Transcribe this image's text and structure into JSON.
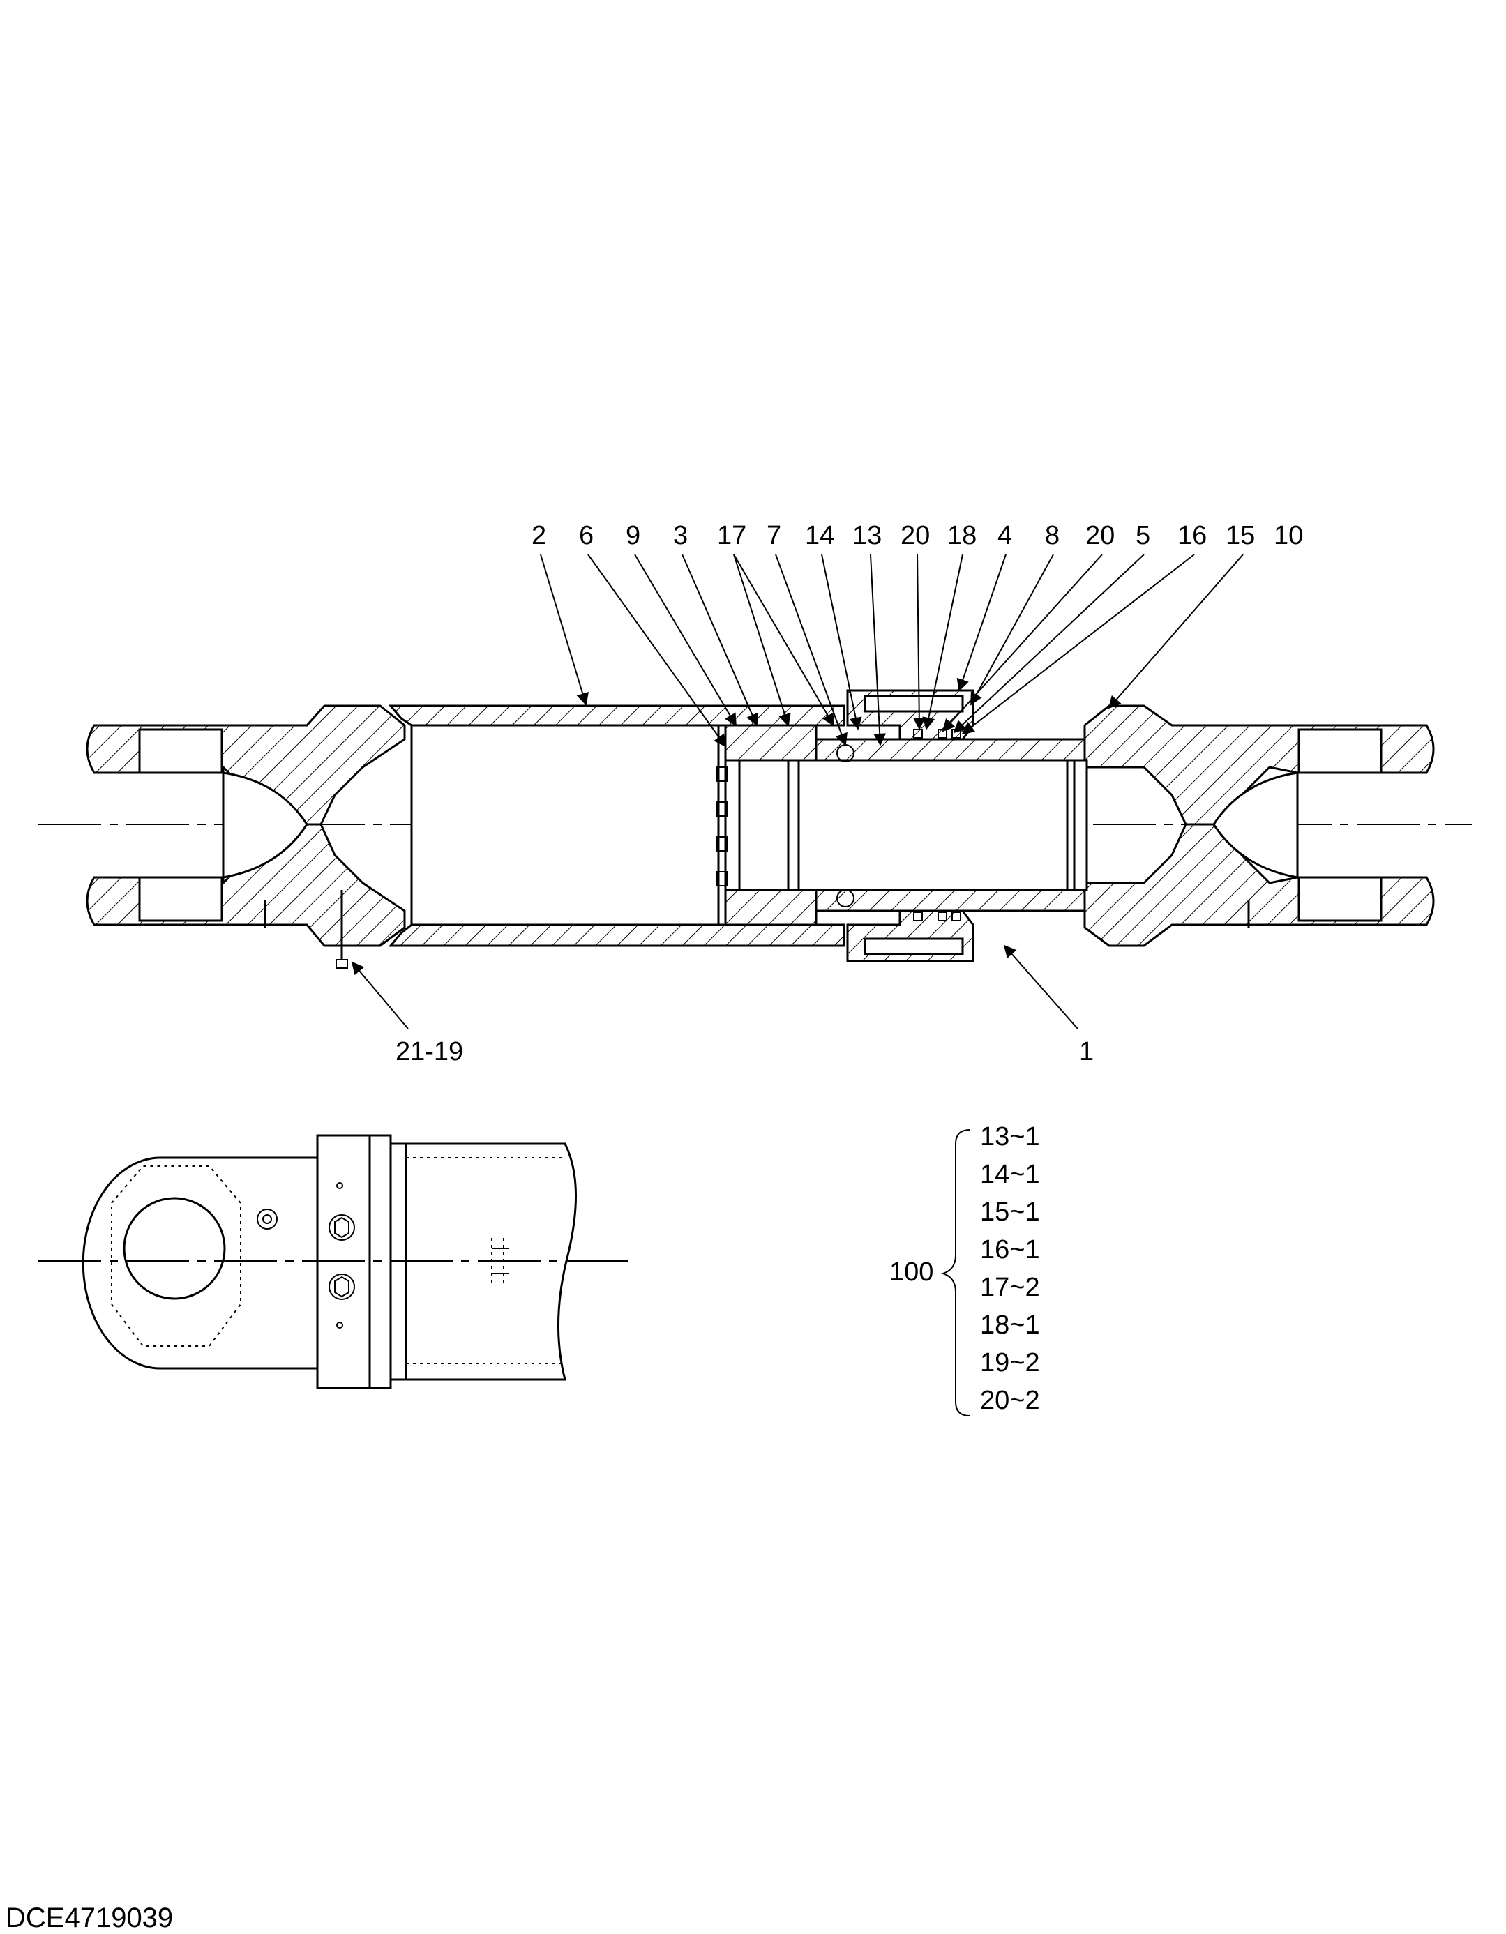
{
  "callouts_top": [
    "2",
    "6",
    "9",
    "3",
    "17",
    "7",
    "14",
    "13",
    "20",
    "18",
    "4",
    "8",
    "20",
    "5",
    "16",
    "15",
    "10"
  ],
  "callouts_bottom": [
    "21-19",
    "1"
  ],
  "kit": {
    "number": "100",
    "items": [
      "13~1",
      "14~1",
      "15~1",
      "16~1",
      "17~2",
      "18~1",
      "19~2",
      "20~2"
    ]
  },
  "drawing_code": "DCE4719039"
}
